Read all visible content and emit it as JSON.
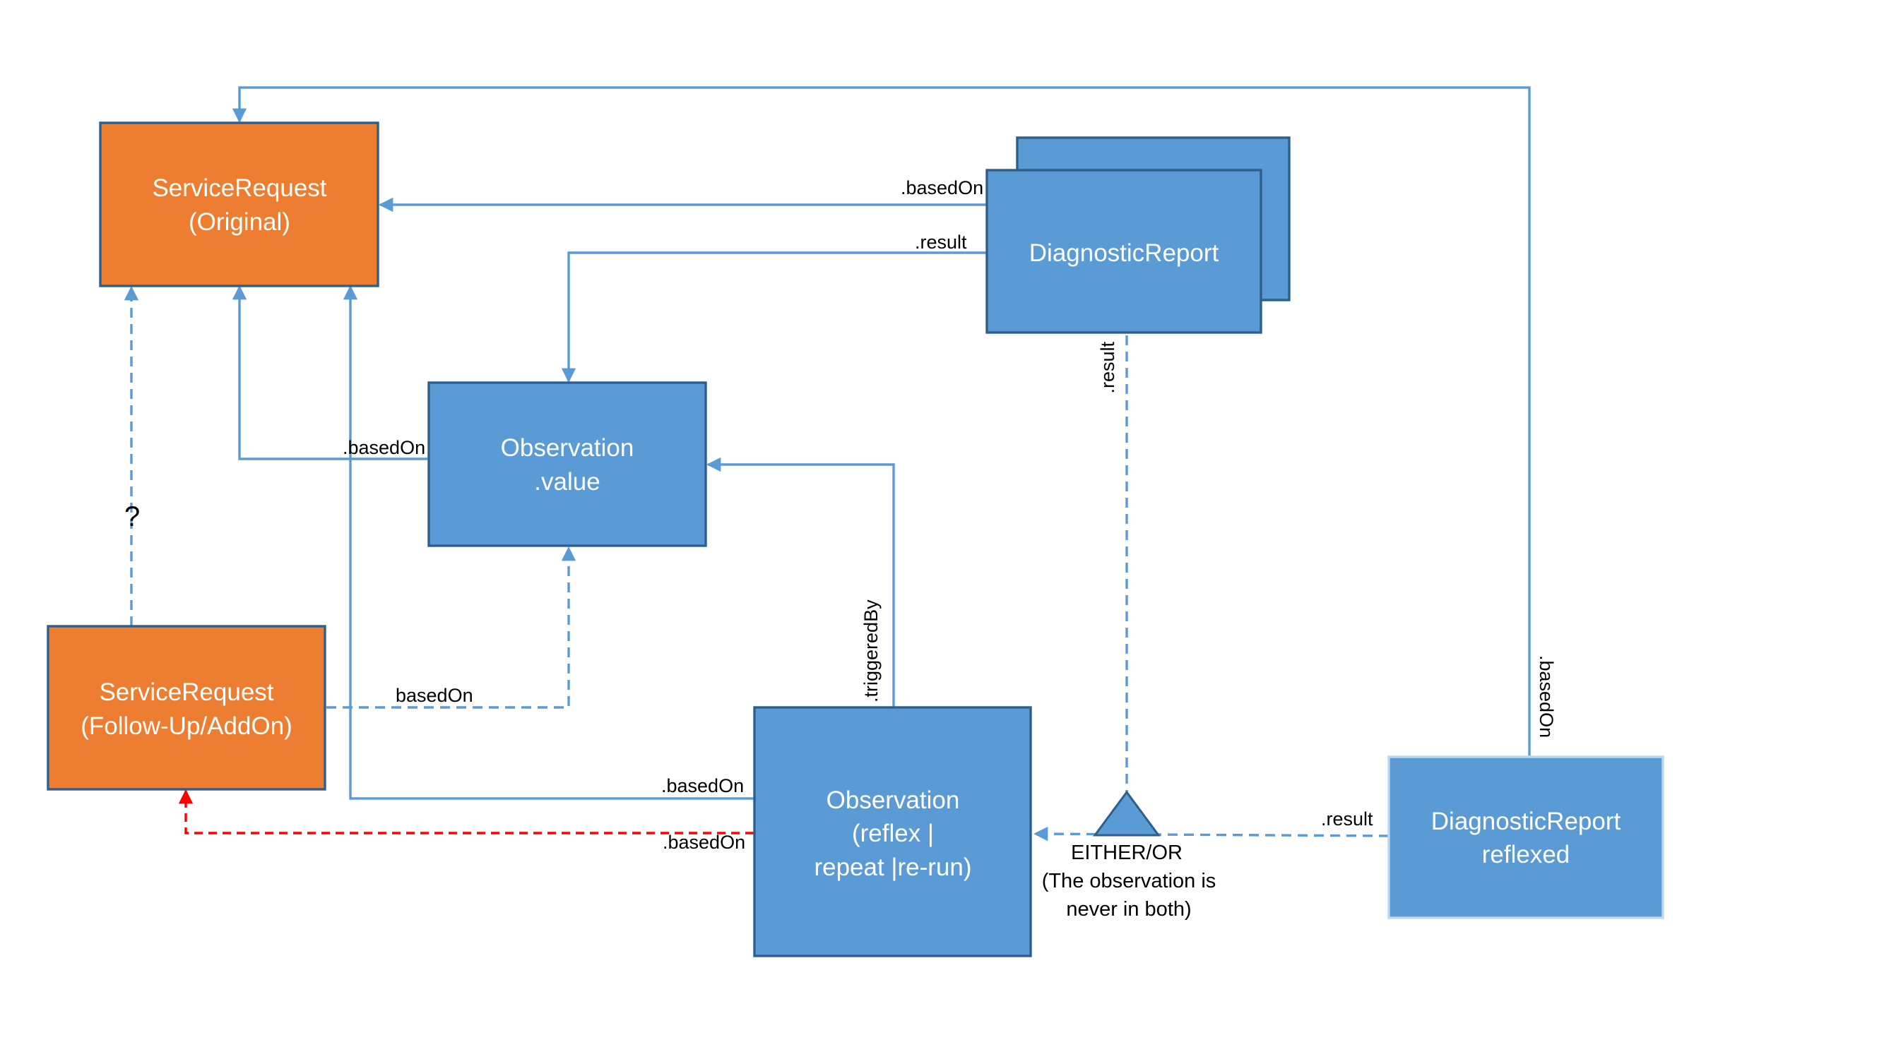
{
  "colors": {
    "orange_fill": "#ED7D31",
    "orange_stroke": "#2E5F8C",
    "blue_fill": "#5B9BD5",
    "blue_stroke": "#2E5F8C",
    "line_blue": "#5B9BD5",
    "line_red": "#FF0000"
  },
  "nodes": {
    "sr_original": {
      "lines": [
        "ServiceRequest",
        "(Original)"
      ]
    },
    "diagnostic_report": {
      "lines": [
        "DiagnosticReport"
      ]
    },
    "obs_value": {
      "lines": [
        "Observation",
        ".value"
      ]
    },
    "sr_followup": {
      "lines": [
        "ServiceRequest",
        "(Follow-Up/AddOn)"
      ]
    },
    "obs_reflex": {
      "lines": [
        "Observation",
        "(reflex |",
        "repeat |re-run)"
      ]
    },
    "dr_reflexed": {
      "lines": [
        "DiagnosticReport",
        "reflexed"
      ]
    }
  },
  "edge_labels": {
    "dr_basedon": ".basedOn",
    "dr_result": ".result",
    "dr_result_vertical": ".result",
    "obsvalue_basedon": ".basedOn",
    "followup_basedon": "basedOn",
    "reflex_basedon": ".basedOn",
    "reflex_basedon_red": ".basedOn",
    "triggeredby": ".triggeredBy",
    "reflexed_result": ".result",
    "reflexed_basedon": ".basedOn",
    "question": "?"
  },
  "either_or": {
    "title": "EITHER/OR",
    "note_lines": [
      "(The observation is",
      "never in both)"
    ]
  }
}
